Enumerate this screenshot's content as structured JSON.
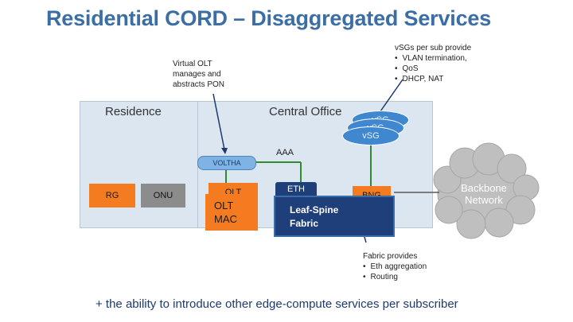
{
  "title": "Residential CORD – Disaggregated Services",
  "notes": {
    "vsg_intro": "vSGs per sub provide",
    "vsg_items": [
      "VLAN termination,",
      "QoS",
      "DHCP, NAT"
    ],
    "volt_note": [
      "Virtual OLT",
      "manages and",
      "abstracts PON"
    ],
    "fabric_intro": "Fabric provides",
    "fabric_items": [
      "Eth aggregation",
      "Routing"
    ]
  },
  "panels": {
    "residence": "Residence",
    "central_office": "Central Office"
  },
  "nodes": {
    "rg": "RG",
    "onu": "ONU",
    "olt_top": "OLT",
    "olt_mac_1": "OLT",
    "olt_mac_2": "MAC",
    "voltha": "VOLTHA",
    "aaa": "AAA",
    "eth": "ETH",
    "leaf_spine_1": "Leaf-Spine",
    "leaf_spine_2": "Fabric",
    "bng": "BNG",
    "vsg_back": "vSG",
    "vsg_mid": "vSG",
    "vsg_front": "vSG",
    "backbone_1": "Backbone",
    "backbone_2": "Network"
  },
  "tagline": "+ the ability to introduce other edge-compute services per subscriber",
  "colors": {
    "title": "#3b6ea5",
    "panel": "#dbe6f0",
    "access_box": "#f47b20",
    "onu_box": "#8c8c8c",
    "fabric_box": "#1f3f7a",
    "vsg": "#3f88cf",
    "link_green": "#2e8b2e",
    "cloud": "#bfbfbf"
  }
}
